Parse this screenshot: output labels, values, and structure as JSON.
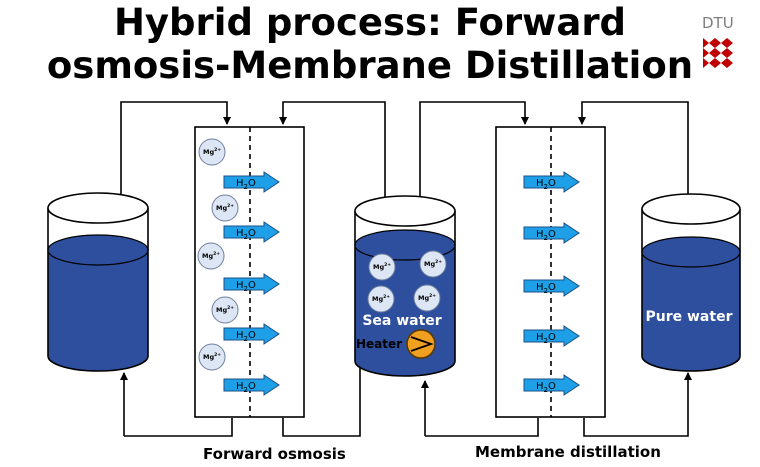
{
  "title": {
    "line1": "Hybrid process: Forward",
    "line2": "osmosis-Membrane Distillation"
  },
  "logo": {
    "text": "DTU",
    "brand_color": "#c00000"
  },
  "labels": {
    "sea_water": "Sea water",
    "heater": "Heater",
    "pure_water": "Pure water",
    "forward_osmosis": "Forward osmosis",
    "membrane_distillation": "Membrane distillation"
  },
  "molecules": {
    "water": "H2O",
    "water_main": "H",
    "water_sub": "2",
    "water_tail": "O",
    "ion": "Mg",
    "ion_charge": "2+"
  },
  "colors": {
    "water_fill": "#2e4f9e",
    "arrow_fill": "#1ea0e8",
    "ion_fill": "#dde6f4",
    "heater_fill": "#f0a020"
  }
}
